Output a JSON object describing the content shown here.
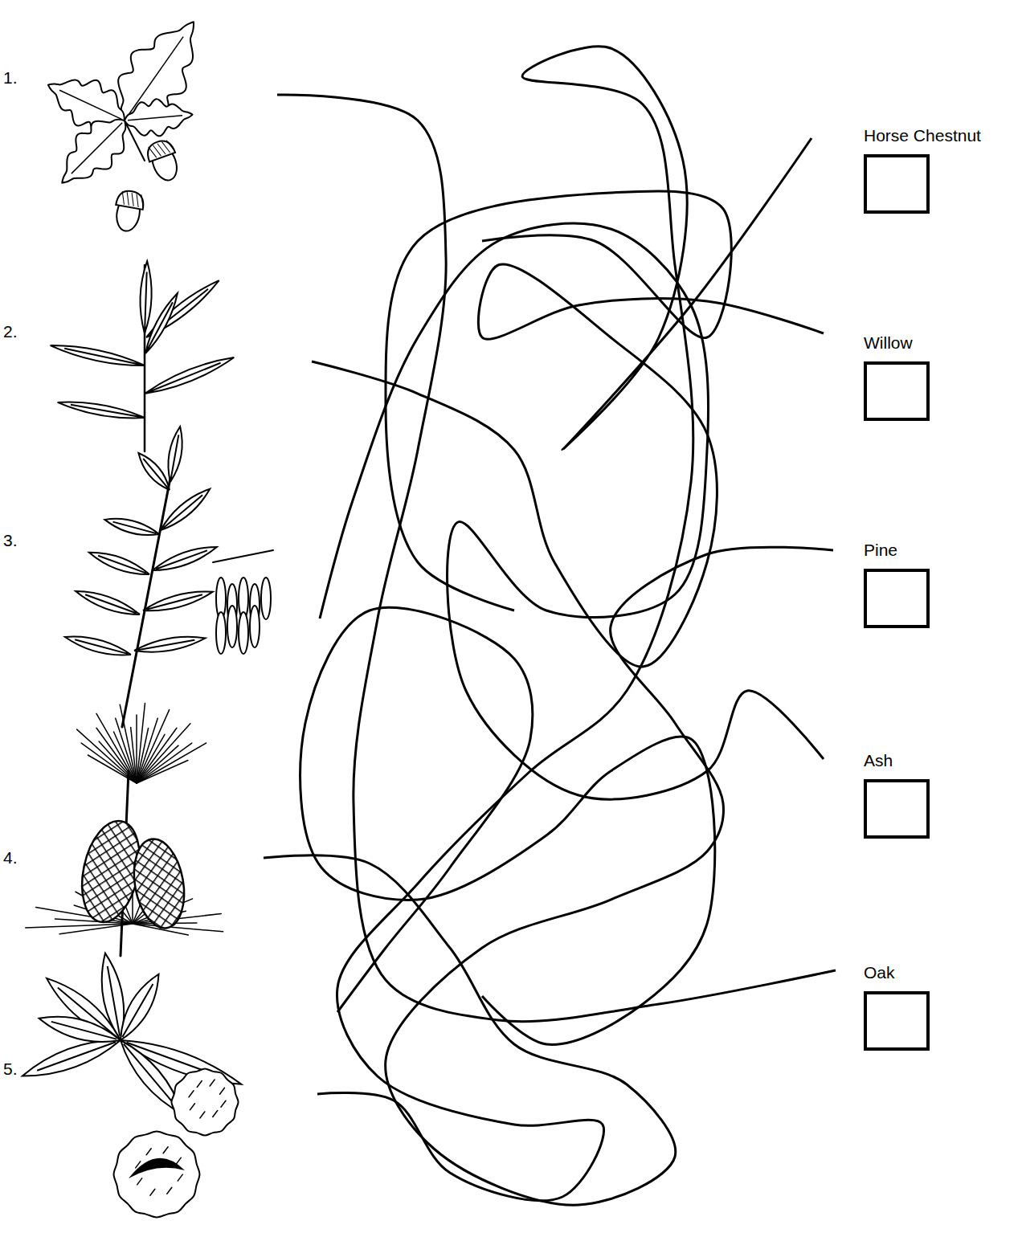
{
  "diagram": {
    "nodes": [
      {
        "text": [
          "Horse Chestnut"
        ]
      },
      {
        "text": [
          "Willow"
        ]
      },
      {
        "text": [
          "Pine"
        ]
      },
      {
        "text": [
          "Ash"
        ]
      },
      {
        "text": [
          "Oak"
        ]
      }
    ],
    "labels": [
      "1.",
      "2.",
      "3.",
      "4.",
      "5."
    ]
  }
}
